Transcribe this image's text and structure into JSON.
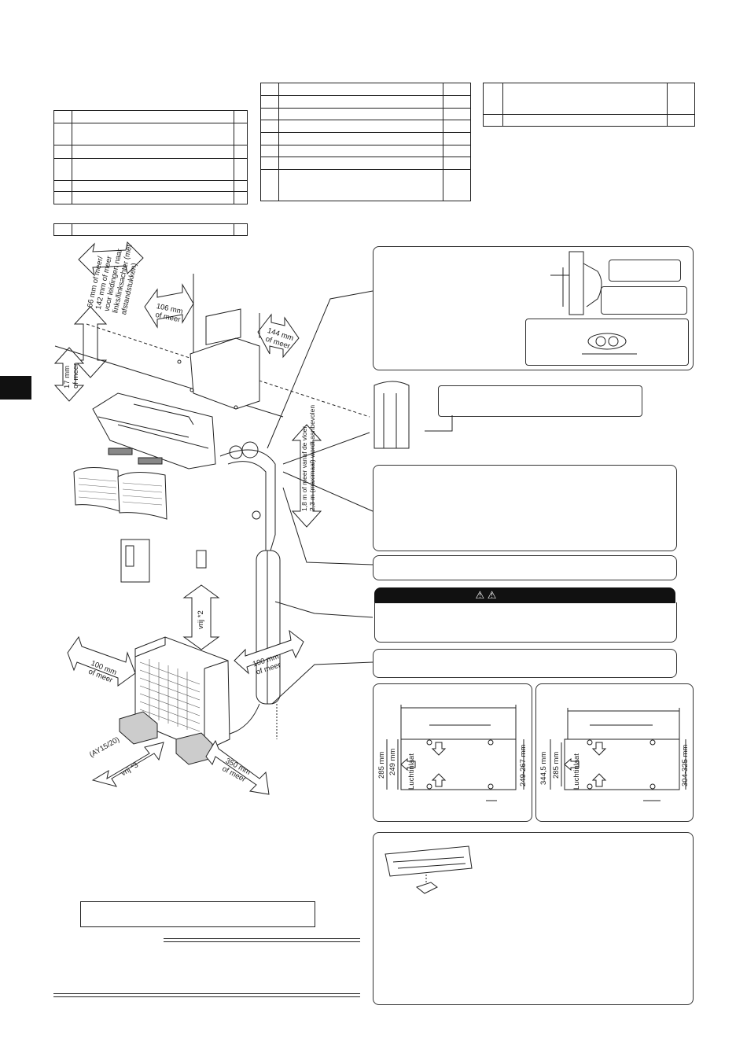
{
  "clearances": {
    "top": [
      "66 mm of meer/",
      "142 mm of meer",
      "voor leidingen naar",
      "links/linksachter (met",
      "afstandstukken)"
    ],
    "left_side": [
      "106 mm",
      "of meer"
    ],
    "right_side": [
      "144 mm",
      "of meer"
    ],
    "ceiling_gap": [
      "17 mm",
      "of meer"
    ],
    "floor_height": [
      "1,8 m of meer vanaf de vloer,",
      "2,3 m (maximaal) wordt aanbevolen"
    ],
    "outdoor_front_left": [
      "100 mm",
      "of meer"
    ],
    "outdoor_right": [
      "100 mm",
      "of meer"
    ],
    "outdoor_back": [
      "350 mm",
      "of meer"
    ],
    "outdoor_top": "vrij *2",
    "outdoor_side": "vrij *3",
    "model_note": "(AY15/20)"
  },
  "mount_diagrams": {
    "left": {
      "dim_285": "285 mm",
      "dim_249": "249 mm",
      "dim_range": "249-267 mm",
      "air_inlet": "Luchtinlaat"
    },
    "right": {
      "dim_344": "344,5 mm",
      "dim_285": "285 mm",
      "dim_range": "304-325 mm",
      "air_inlet": "Luchtinlaat"
    }
  },
  "warning_symbols": "⚠ ⚠"
}
